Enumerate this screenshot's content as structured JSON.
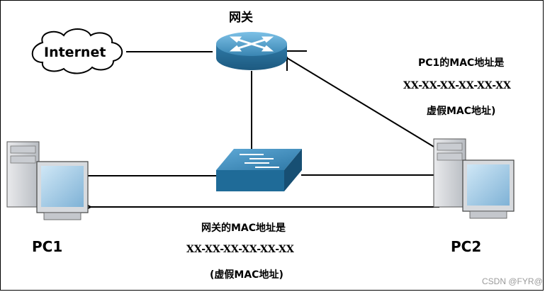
{
  "gateway": {
    "label": "网关"
  },
  "internet": {
    "label": "Internet"
  },
  "pc1": {
    "label": "PC1"
  },
  "pc2": {
    "label": "PC2"
  },
  "upper_note": {
    "line1": "PC1的MAC地址是",
    "line2": "XX-XX-XX-XX-XX-XX",
    "line3": "虚假MAC地址)"
  },
  "lower_note": {
    "line1": "网关的MAC地址是",
    "line2": "XX-XX-XX-XX-XX-XX",
    "line3": "(虚假MAC地址)"
  },
  "watermark": "CSDN @FYR@",
  "colors": {
    "router": "#3a86b3",
    "switch": "#2e78a6",
    "line": "#000000"
  }
}
